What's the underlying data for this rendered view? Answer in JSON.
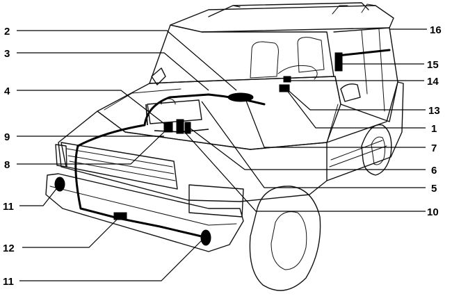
{
  "figure": {
    "callouts": [
      {
        "id": "c2",
        "text": "2"
      },
      {
        "id": "c3",
        "text": "3"
      },
      {
        "id": "c4",
        "text": "4"
      },
      {
        "id": "c9",
        "text": "9"
      },
      {
        "id": "c8",
        "text": "8"
      },
      {
        "id": "c11a",
        "text": "11"
      },
      {
        "id": "c12",
        "text": "12"
      },
      {
        "id": "c11b",
        "text": "11"
      },
      {
        "id": "c16",
        "text": "16"
      },
      {
        "id": "c15",
        "text": "15"
      },
      {
        "id": "c14",
        "text": "14"
      },
      {
        "id": "c13",
        "text": "13"
      },
      {
        "id": "c1",
        "text": "1"
      },
      {
        "id": "c7",
        "text": "7"
      },
      {
        "id": "c6",
        "text": "6"
      },
      {
        "id": "c5",
        "text": "5"
      },
      {
        "id": "c10",
        "text": "10"
      }
    ]
  }
}
